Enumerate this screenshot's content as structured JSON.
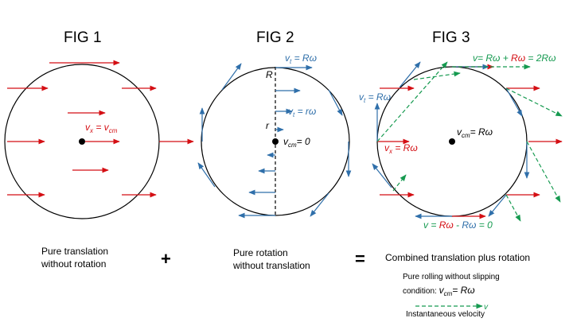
{
  "figures": {
    "fig1": {
      "title": "FIG 1",
      "caption_line1": "Pure translation",
      "caption_line2": "without rotation",
      "label_vx": "v",
      "label_vx_sub": "x",
      "label_eq": " = v",
      "label_eq_sub": "cm"
    },
    "fig2": {
      "title": "FIG 2",
      "caption_line1": "Pure rotation",
      "caption_line2": "without translation",
      "label_R": "R",
      "label_r": "r",
      "label_vt_top": "v",
      "label_vt_top_sub": "t",
      "label_vt_top_eq": " = Rω",
      "label_vt_mid": "v",
      "label_vt_mid_sub": "t",
      "label_vt_mid_eq": " = rω",
      "label_vcm": "v",
      "label_vcm_sub": "cm",
      "label_vcm_eq": "= 0"
    },
    "fig3": {
      "title": "FIG 3",
      "caption": "Combined translation plus rotation",
      "label_top_v": "v",
      "label_top_eq1": "= Rω + ",
      "label_top_eq2": "Rω",
      "label_top_eq3": " = 2Rω",
      "label_vt": "v",
      "label_vt_sub": "t",
      "label_vt_eq": " = Rω",
      "label_vcm": "v",
      "label_vcm_sub": "cm",
      "label_vcm_eq": "= Rω",
      "label_vx": "v",
      "label_vx_sub": "x",
      "label_vx_eq": " = Rω",
      "label_bottom_v": "v",
      "label_bottom_eq1": " = ",
      "label_bottom_eq2": "Rω",
      "label_bottom_eq3": " - ",
      "label_bottom_eq4": "Rω",
      "label_bottom_eq5": " = 0"
    }
  },
  "operators": {
    "plus": "+",
    "equals": "="
  },
  "condition": {
    "line1": "Pure rolling without slipping",
    "line2_prefix": "condition: ",
    "vcm": "v",
    "vcm_sub": "cm",
    "vcm_eq": "= Rω"
  },
  "legend": {
    "symbol": "v",
    "label": "Instantaneous velocity"
  },
  "colors": {
    "translation": "#d40f14",
    "rotation": "#2f6faa",
    "instantaneous": "#169a50"
  }
}
